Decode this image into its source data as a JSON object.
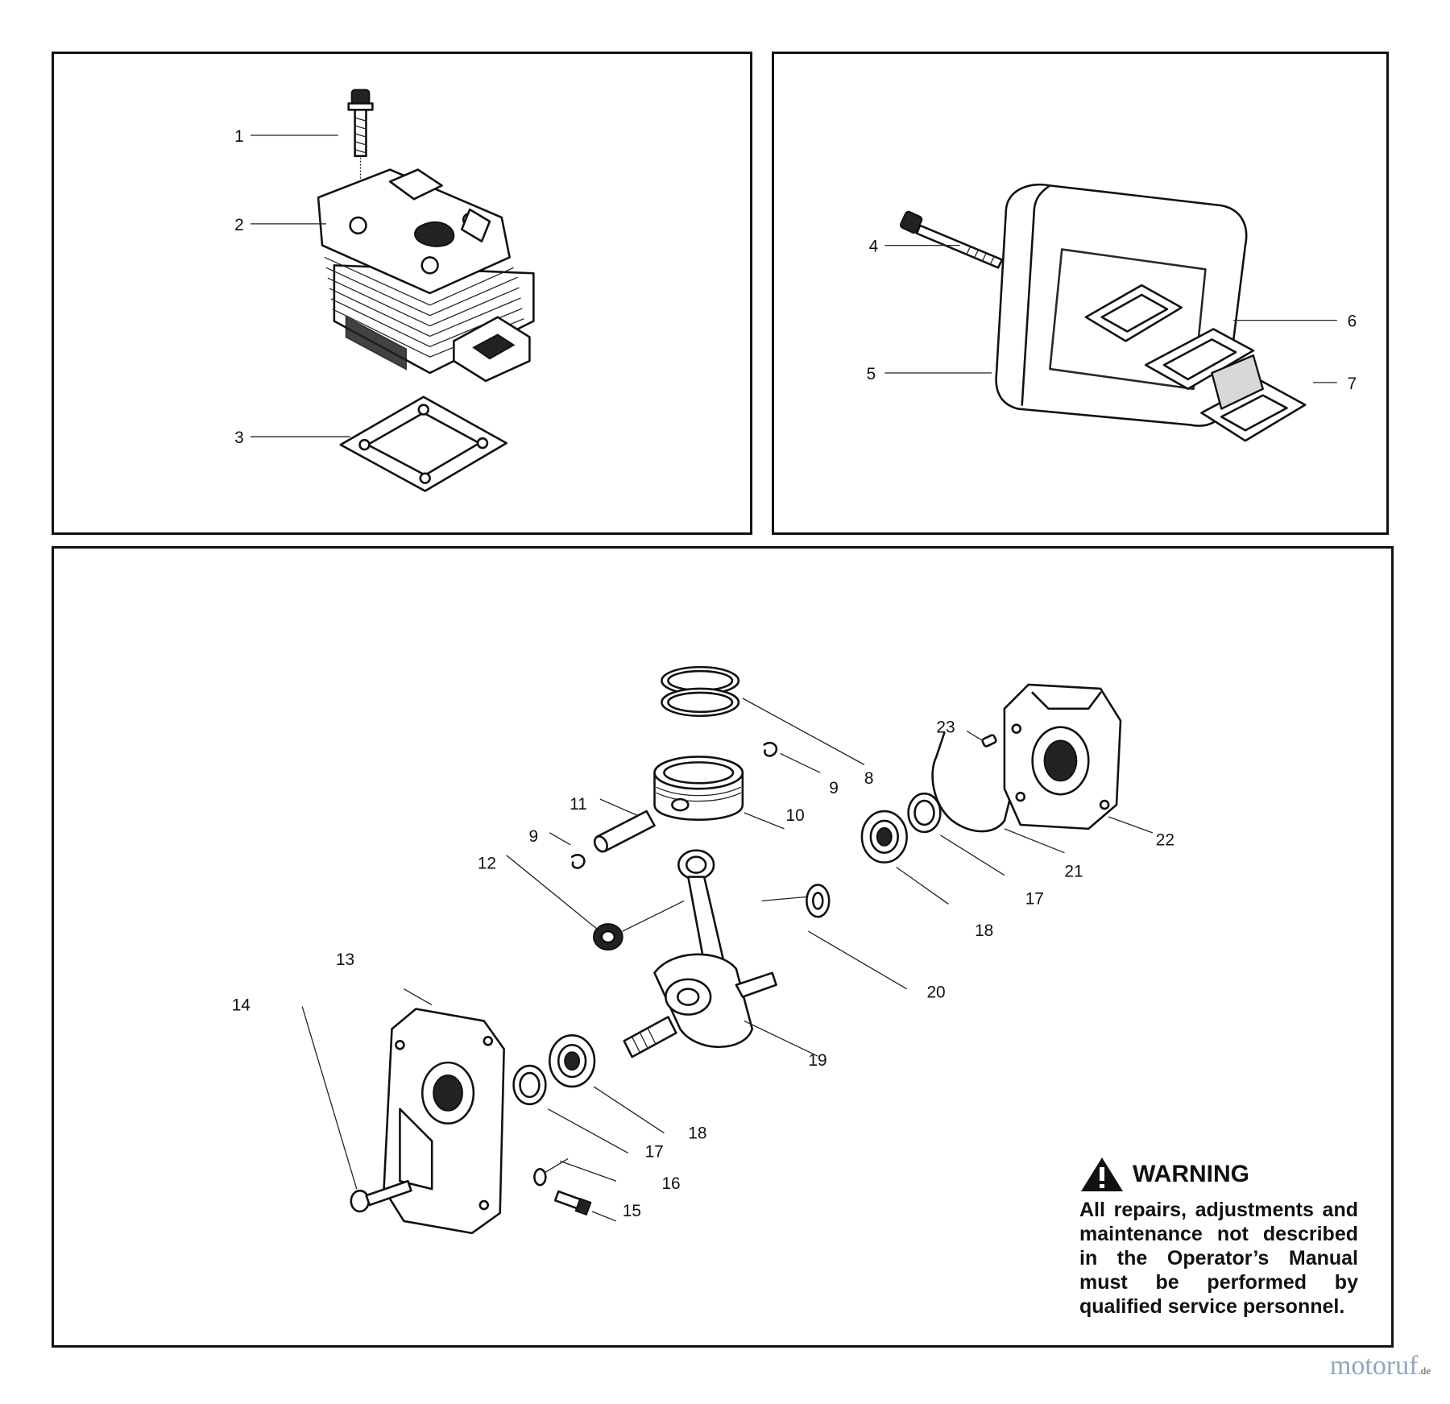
{
  "callouts": {
    "c1": "1",
    "c2": "2",
    "c3": "3",
    "c4": "4",
    "c5": "5",
    "c6": "6",
    "c7": "7",
    "c8": "8",
    "c9a": "9",
    "c9b": "9",
    "c10": "10",
    "c11": "11",
    "c12": "12",
    "c13": "13",
    "c14": "14",
    "c15": "15",
    "c16": "16",
    "c17a": "17",
    "c17b": "17",
    "c18a": "18",
    "c18b": "18",
    "c19": "19",
    "c20": "20",
    "c21": "21",
    "c22": "22",
    "c23": "23"
  },
  "warning": {
    "title": "WARNING",
    "text": "All repairs, adjustments and maintenance not described in the Operator’s Manual must be performed by qualified service personnel."
  },
  "watermark": {
    "brand": "motoruf",
    "tld": ".de"
  }
}
